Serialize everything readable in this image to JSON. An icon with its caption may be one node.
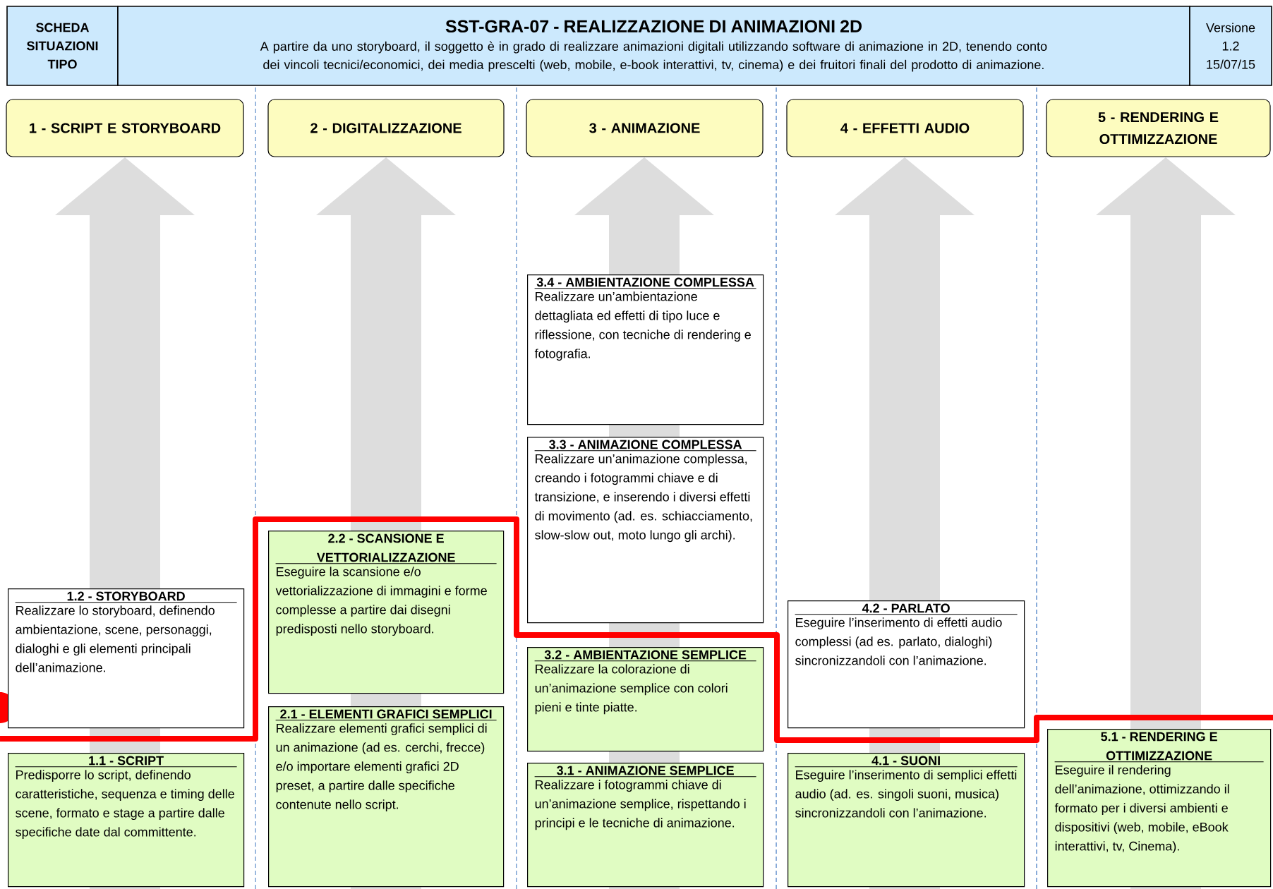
{
  "diagram": {
    "nodes": [
      {
        "text": [
          "SCHEDA SITUAZIONI TIPO"
        ]
      },
      {
        "text": [
          "SST-GRA-07 - REALIZZAZIONE DI ANIMAZIONI 2D",
          "A partire da uno storyboard, il soggetto è in grado di realizzare animazioni digitali utilizzando software di animazione in 2D, tenendo conto dei vincoli tecnici/economici, dei media prescelti (web, mobile, e-book interattivi, tv, cinema) e dei fruitori finali del prodotto di animazione."
        ]
      },
      {
        "text": [
          "Versione 1.2 15/07/15"
        ]
      },
      {
        "text": [
          "1 - SCRIPT E STORYBOARD"
        ]
      },
      {
        "text": [
          "2 - DIGITALIZZAZIONE"
        ]
      },
      {
        "text": [
          "3 - ANIMAZIONE"
        ]
      },
      {
        "text": [
          "4 - EFFETTI AUDIO"
        ]
      },
      {
        "text": [
          "5 - RENDERING E OTTIMIZZAZIONE"
        ]
      },
      {
        "text": [
          "1.2 - STORYBOARD",
          "Realizzare lo storyboard, definendo ambientazione, scene, personaggi, dialoghi e gli elementi principali dell’animazione."
        ]
      },
      {
        "text": [
          "1.1 - SCRIPT",
          "Predisporre lo script, definendo caratteristiche, sequenza e timing delle scene, formato e stage a partire dalle specifiche date dal committente."
        ]
      },
      {
        "text": [
          "2.2 - SCANSIONE E VETTORIALIZZAZIONE",
          "Eseguire la scansione e/o vettorializzazione di immagini e forme complesse a partire dai disegni predisposti nello storyboard."
        ]
      },
      {
        "text": [
          "2.1 - ELEMENTI GRAFICI SEMPLICI",
          "Realizzare elementi grafici semplici di un animazione (ad es. cerchi, frecce) e/o importare elementi grafici 2D preset, a partire dalle specifiche contenute nello script."
        ]
      },
      {
        "text": [
          "3.4 - AMBIENTAZIONE COMPLESSA",
          "Realizzare un’ambientazione dettagliata ed effetti di tipo luce e riflessione, con tecniche di rendering e fotografia."
        ]
      },
      {
        "text": [
          "3.3 - ANIMAZIONE COMPLESSA",
          "Realizzare un’animazione complessa, creando i fotogrammi chiave e di transizione, e inserendo i diversi effetti di movimento (ad. es. schiacciamento, slow-slow out, moto lungo gli archi)."
        ]
      },
      {
        "text": [
          "3.2 - AMBIENTAZIONE SEMPLICE",
          "Realizzare la colorazione di un’animazione semplice con colori pieni e tinte piatte."
        ]
      },
      {
        "text": [
          "3.1 - ANIMAZIONE SEMPLICE",
          "Realizzare i fotogrammi chiave di un’animazione semplice, rispettando i principi e le tecniche di animazione."
        ]
      },
      {
        "text": [
          "4.2 - PARLATO",
          "Eseguire l’inserimento di effetti audio complessi (ad es. parlato, dialoghi) sincronizzandoli con l’animazione."
        ]
      },
      {
        "text": [
          "4.1 - SUONI",
          "Eseguire l’inserimento di semplici effetti audio (ad. es. singoli suoni, musica) sincronizzandoli con l’animazione."
        ]
      },
      {
        "text": [
          "5.1 - RENDERING E OTTIMIZZAZIONE",
          "Eseguire il rendering dell’animazione, ottimizzando il formato per i diversi ambienti e dispositivi (web, mobile, eBook interattivi, tv, Cinema)."
        ]
      }
    ]
  }
}
